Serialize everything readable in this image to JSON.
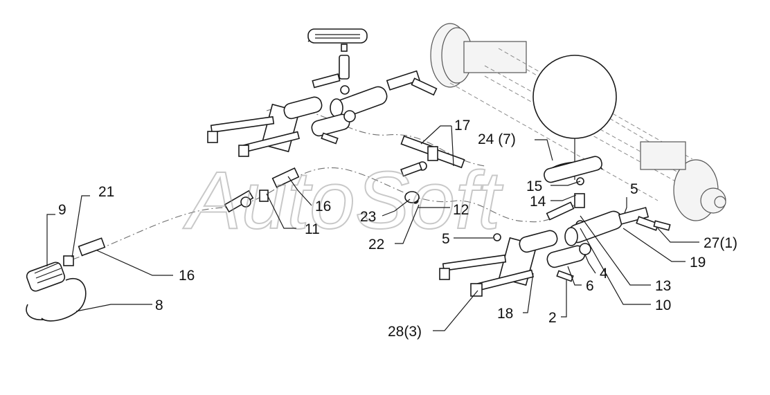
{
  "watermark": "AutoSoft",
  "callouts": {
    "c9": "9",
    "c21": "21",
    "c16a": "16",
    "c16b": "16",
    "c11": "11",
    "c8": "8",
    "c17": "17",
    "c23": "23",
    "c12": "12",
    "c22": "22",
    "c24": "24 (7)",
    "c15": "15",
    "c14": "14",
    "c5a": "5",
    "c5b": "5",
    "c27": "27(1)",
    "c19": "19",
    "c4": "4",
    "c13": "13",
    "c10": "10",
    "c6": "6",
    "c2": "2",
    "c18": "18",
    "c28": "28(3)"
  }
}
